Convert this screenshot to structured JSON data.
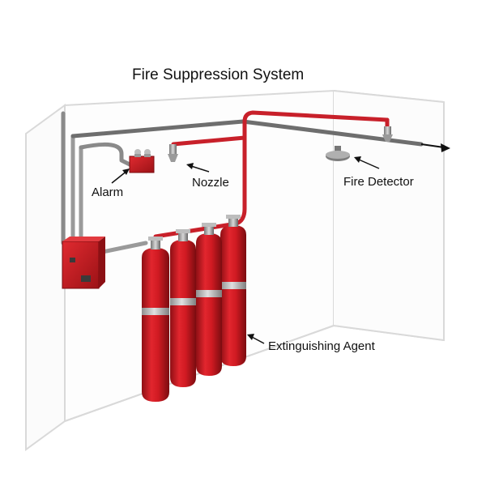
{
  "title": "Fire Suppression System",
  "labels": {
    "alarm": "Alarm",
    "nozzle": "Nozzle",
    "detector": "Fire Detector",
    "agent": "Extinguishing Agent"
  },
  "colors": {
    "pipe_red": "#c8202a",
    "cylinder_red": "#d01a22",
    "cylinder_shade": "#8e0f14",
    "pipe_gray": "#8a8a8a",
    "collar": "#b9b9b9",
    "wall_line": "#d9d9d9",
    "control_panel": "#c21d22"
  }
}
